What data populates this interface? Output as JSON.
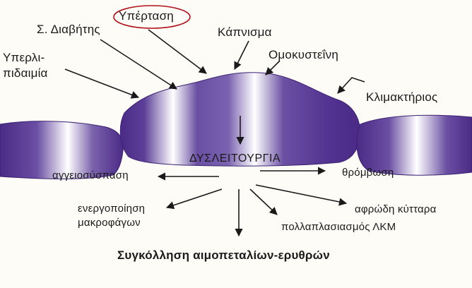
{
  "risk_factors": {
    "hyperlipidemia_line1": "Υπερλι-",
    "hyperlipidemia_line2": "πιδαιμία",
    "diabetes": "Σ. Διαβήτης",
    "hypertension": "Υπέρταση",
    "smoking": "Κάπνισμα",
    "homocysteine": "Ομοκυστεΐνη",
    "menopause": "Κλιμακτήριος"
  },
  "center": {
    "dysfunction": "ΔΥΣΛΕΙΤΟΥΡΓΙΑ"
  },
  "effects": {
    "vasoconstriction": "αγγειοσύσπαση",
    "thrombosis": "θρόμβωση",
    "macrophage_line1": "ενεργοποίηση",
    "macrophage_line2": "μακροφάγων",
    "foam_cells": "αφρώδη κύτταρα",
    "smc_proliferation": "πολλαπλασιασμός ΛΚΜ",
    "aggregation": "Συγκόλληση αιμοπεταλίων-ερυθρών"
  },
  "colors": {
    "cell_dark": "#4a2a86",
    "cell_light": "#ffffff",
    "highlight_ring": "#b0121a",
    "arrow": "#1a1a1a"
  }
}
